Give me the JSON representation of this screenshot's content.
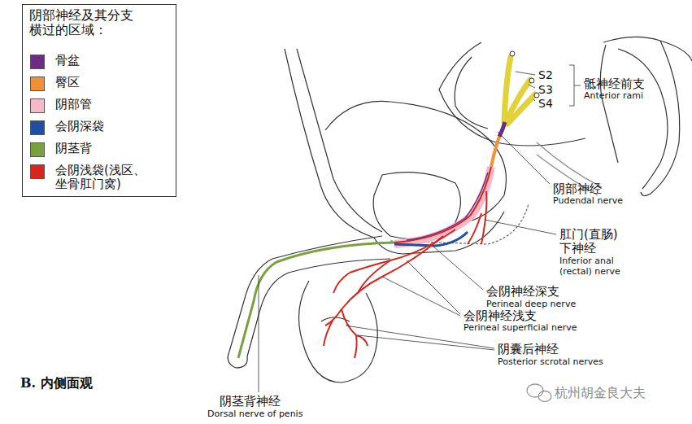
{
  "diagram": {
    "labels": [
      "阴部神经及其分支 横过的区域：",
      "S2",
      "S3",
      "S4",
      "骶神经前支",
      "Anterior rami",
      "阴部神经",
      "Pudendal nerve",
      "肛门(直肠) 下神经",
      "Inferior anal (rectal) nerve",
      "会阴神经深支",
      "Perineal deep nerve",
      "会阴神经浅支",
      "Perineal superficial nerve",
      "阴囊后神经",
      "Posterior scrotal nerves",
      "阴茎背神经",
      "Dorsal nerve of penis",
      "B. 内侧面观",
      "杭州胡金良大夫"
    ],
    "legend": [
      {
        "text": "骨盆",
        "color": "#6b2d83"
      },
      {
        "text": "臀区",
        "color": "#f0913a"
      },
      {
        "text": "阴部管",
        "color": "#f7b8c8"
      },
      {
        "text": "会阴深袋",
        "color": "#1f4fa0"
      },
      {
        "text": "阴茎背",
        "color": "#7aa040"
      },
      {
        "text": "会阴浅袋(浅区、 坐骨肛门窝)",
        "color": "#d8261f"
      }
    ]
  }
}
